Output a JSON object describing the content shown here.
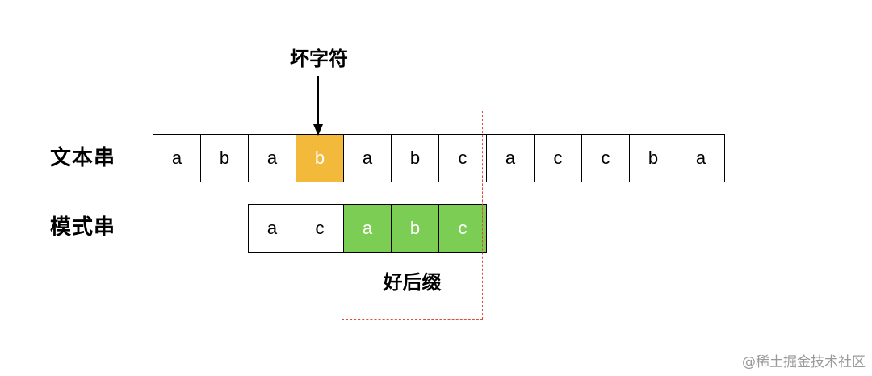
{
  "labels": {
    "text_row": "文本串",
    "pattern_row": "模式串",
    "bad_char": "坏字符",
    "good_suffix": "好后缀"
  },
  "text_cells": [
    {
      "char": "a",
      "state": "normal"
    },
    {
      "char": "b",
      "state": "normal"
    },
    {
      "char": "a",
      "state": "normal"
    },
    {
      "char": "b",
      "state": "bad"
    },
    {
      "char": "a",
      "state": "normal"
    },
    {
      "char": "b",
      "state": "normal"
    },
    {
      "char": "c",
      "state": "normal"
    },
    {
      "char": "a",
      "state": "normal"
    },
    {
      "char": "c",
      "state": "normal"
    },
    {
      "char": "c",
      "state": "normal"
    },
    {
      "char": "b",
      "state": "normal"
    },
    {
      "char": "a",
      "state": "normal"
    }
  ],
  "pattern_cells": [
    {
      "char": "a",
      "state": "normal"
    },
    {
      "char": "c",
      "state": "normal"
    },
    {
      "char": "a",
      "state": "good"
    },
    {
      "char": "b",
      "state": "good"
    },
    {
      "char": "c",
      "state": "good"
    }
  ],
  "colors": {
    "bad_char_fill": "#f2b93b",
    "good_suffix_fill": "#7ccd53",
    "good_suffix_border": "#e04b3c"
  },
  "watermark": "@稀土掘金技术社区"
}
